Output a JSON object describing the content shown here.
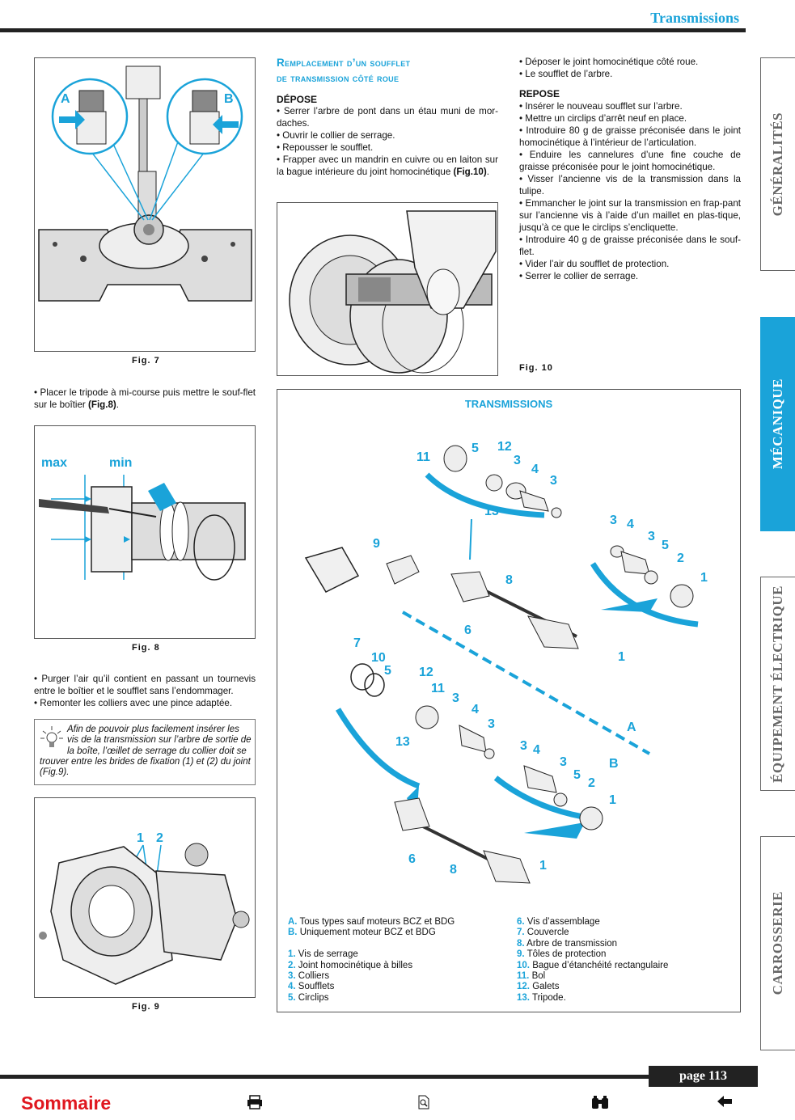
{
  "header": {
    "title": "Transmissions"
  },
  "figures": {
    "fig7": "Fig. 7",
    "fig8": "Fig. 8",
    "fig9": "Fig. 9",
    "fig10": "Fig. 10"
  },
  "fig7_labels": {
    "a": "A",
    "b": "B"
  },
  "fig8_labels": {
    "max": "max",
    "min": "min"
  },
  "fig9_labels": {
    "one": "1",
    "two": "2"
  },
  "left_text": {
    "p1_pre": "• Placer le tripode à mi-course puis mettre le souf-flet sur le boîtier ",
    "p1_ref": "(Fig.8)",
    "p1_post": ".",
    "p2": "• Purger l’air qu’il contient en passant un tournevis entre le boîtier et le soufflet sans l’endommager.",
    "p3": "• Remonter les colliers avec une pince adaptée.",
    "note": "Afin de pouvoir plus facilement insérer les vis de la transmission sur l’arbre de sortie de la boîte, l’œillet de serrage du collier doit se trouver entre les brides de fixation (1) et (2) du joint (Fig.9)."
  },
  "section": {
    "title_line1": "Remplacement d’un soufflet",
    "title_line2": "de transmission côté roue",
    "depose_title": "DÉPOSE",
    "depose": [
      "• Serrer l’arbre de pont dans un étau muni de mor-daches.",
      "• Ouvrir le collier de serrage.",
      "• Repousser le soufflet.",
      "• Frapper avec un mandrin en cuivre ou en laiton sur la bague intérieure du joint homocinétique "
    ],
    "depose_ref": "(Fig.10)",
    "depose_end": "."
  },
  "right_col": {
    "depose_cont": [
      "• Déposer le joint homocinétique côté roue.",
      "• Le soufflet de l’arbre."
    ],
    "repose_title": "REPOSE",
    "repose": [
      "• Insérer le nouveau soufflet sur l’arbre.",
      "• Mettre un circlips d’arrêt neuf en place.",
      "• Introduire 80 g de graisse préconisée dans le joint homocinétique à l’intérieur de l’articulation.",
      "• Enduire les cannelures d’une fine couche de graisse préconisée pour le joint homocinétique.",
      "• Visser l’ancienne vis de la transmission dans la tulipe.",
      "• Emmancher le joint sur la transmission en frap-pant sur l’ancienne vis à l’aide d’un maillet en plas-tique, jusqu’à ce que le circlips s’encliquette.",
      "• Introduire 40 g de graisse préconisée dans le souf-flet.",
      "• Vider l’air du soufflet de protection.",
      "• Serrer le collier de serrage."
    ]
  },
  "diagram": {
    "title": "TRANSMISSIONS",
    "letters": {
      "a": "A",
      "b": "B"
    },
    "legend_left": [
      {
        "n": "A.",
        "t": "Tous types sauf moteurs BCZ et BDG"
      },
      {
        "n": "B.",
        "t": "Uniquement moteur BCZ et BDG"
      },
      {
        "n": "",
        "t": ""
      },
      {
        "n": "1.",
        "t": "Vis de serrage"
      },
      {
        "n": "2.",
        "t": "Joint homocinétique à billes"
      },
      {
        "n": "3.",
        "t": "Colliers"
      },
      {
        "n": "4.",
        "t": "Soufflets"
      },
      {
        "n": "5.",
        "t": "Circlips"
      }
    ],
    "legend_right": [
      {
        "n": "6.",
        "t": "Vis d’assemblage"
      },
      {
        "n": "7.",
        "t": "Couvercle"
      },
      {
        "n": "8.",
        "t": "Arbre de transmission"
      },
      {
        "n": "9.",
        "t": "Tôles de protection"
      },
      {
        "n": "10.",
        "t": "Bague d’étanchéité rectangulaire"
      },
      {
        "n": "11.",
        "t": "Bol"
      },
      {
        "n": "12.",
        "t": "Galets"
      },
      {
        "n": "13.",
        "t": "Tripode."
      }
    ]
  },
  "tabs": [
    {
      "label": "GÉNÉRALITÉS",
      "active": false
    },
    {
      "label": "MÉCANIQUE",
      "active": true
    },
    {
      "label": "ÉQUIPEMENT ÉLECTRIQUE",
      "active": false
    },
    {
      "label": "CARROSSERIE",
      "active": false
    }
  ],
  "footer": {
    "page": "page 113",
    "sommaire": "Sommaire"
  },
  "icons": [
    "printer-icon",
    "zoom-icon",
    "binoculars-icon",
    "back-arrow-icon"
  ],
  "colors": {
    "accent": "#1aa3d9",
    "sommaire": "#e0171f"
  }
}
